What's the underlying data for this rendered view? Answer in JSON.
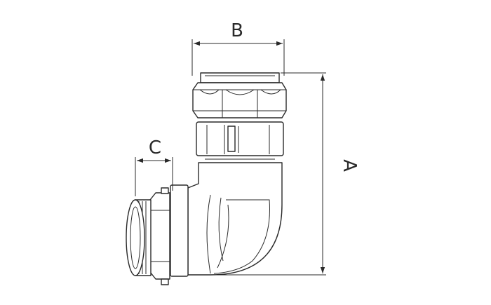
{
  "labels": {
    "a": "A",
    "b": "B",
    "c": "C"
  },
  "colors": {
    "line": "#2a2a2a",
    "background": "#ffffff"
  }
}
